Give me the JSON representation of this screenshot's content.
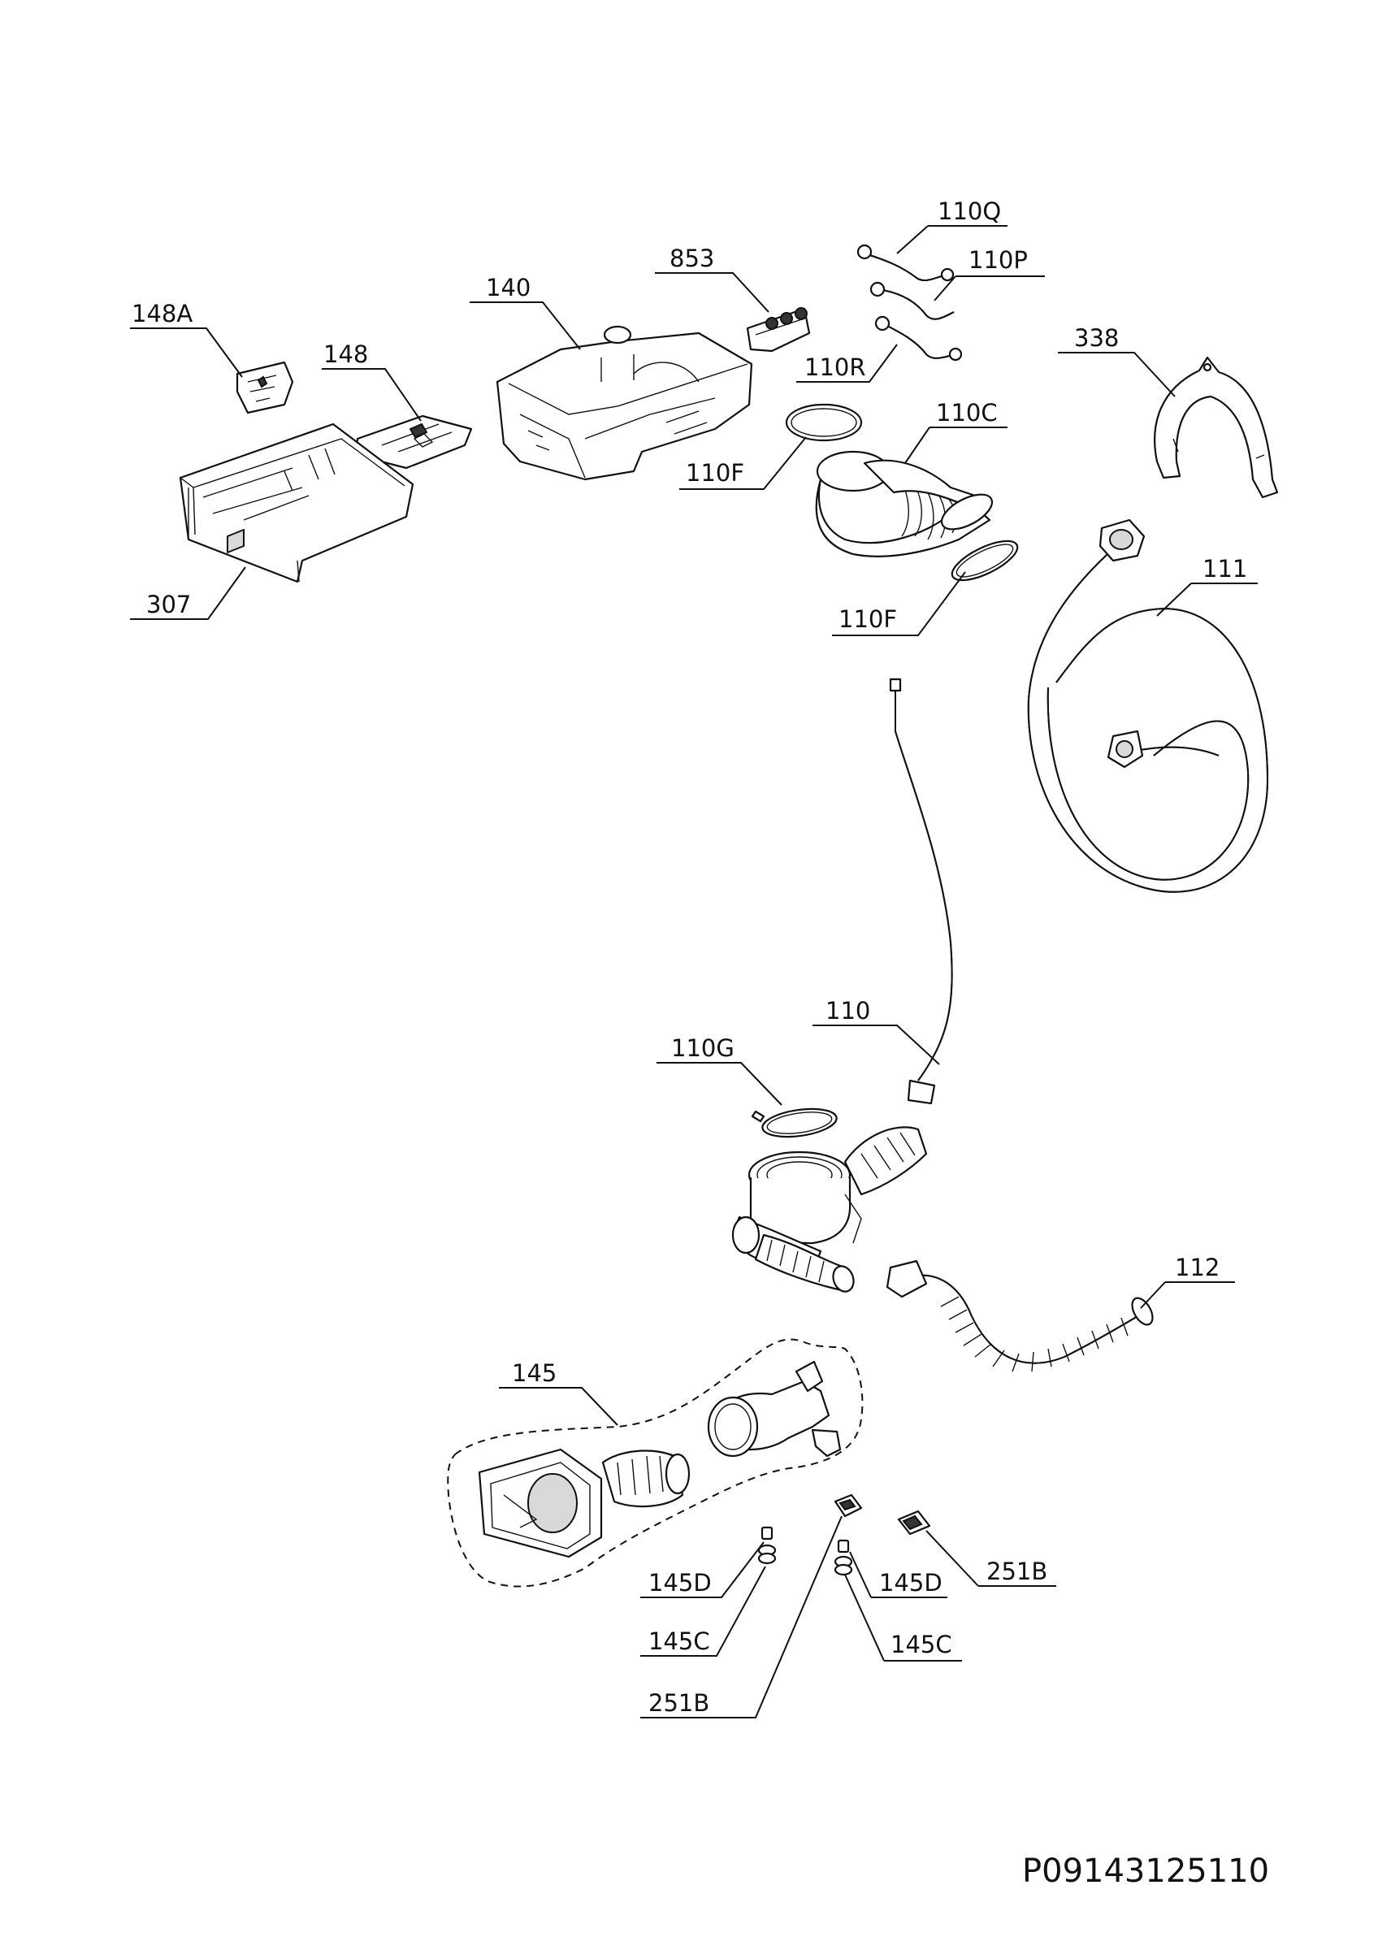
{
  "labels": {
    "p148A": "148A",
    "p148": "148",
    "p307": "307",
    "p140": "140",
    "p853": "853",
    "p110Q": "110Q",
    "p110P": "110P",
    "p110R": "110R",
    "p338": "338",
    "p110C": "110C",
    "p110F_a": "110F",
    "p110F_b": "110F",
    "p111": "111",
    "p110": "110",
    "p110G": "110G",
    "p112": "112",
    "p145": "145",
    "p145D_a": "145D",
    "p145C_a": "145C",
    "p251B_a": "251B",
    "p145D_b": "145D",
    "p251B_b": "251B",
    "p145C_b": "145C"
  },
  "document_id": "P09143125110"
}
